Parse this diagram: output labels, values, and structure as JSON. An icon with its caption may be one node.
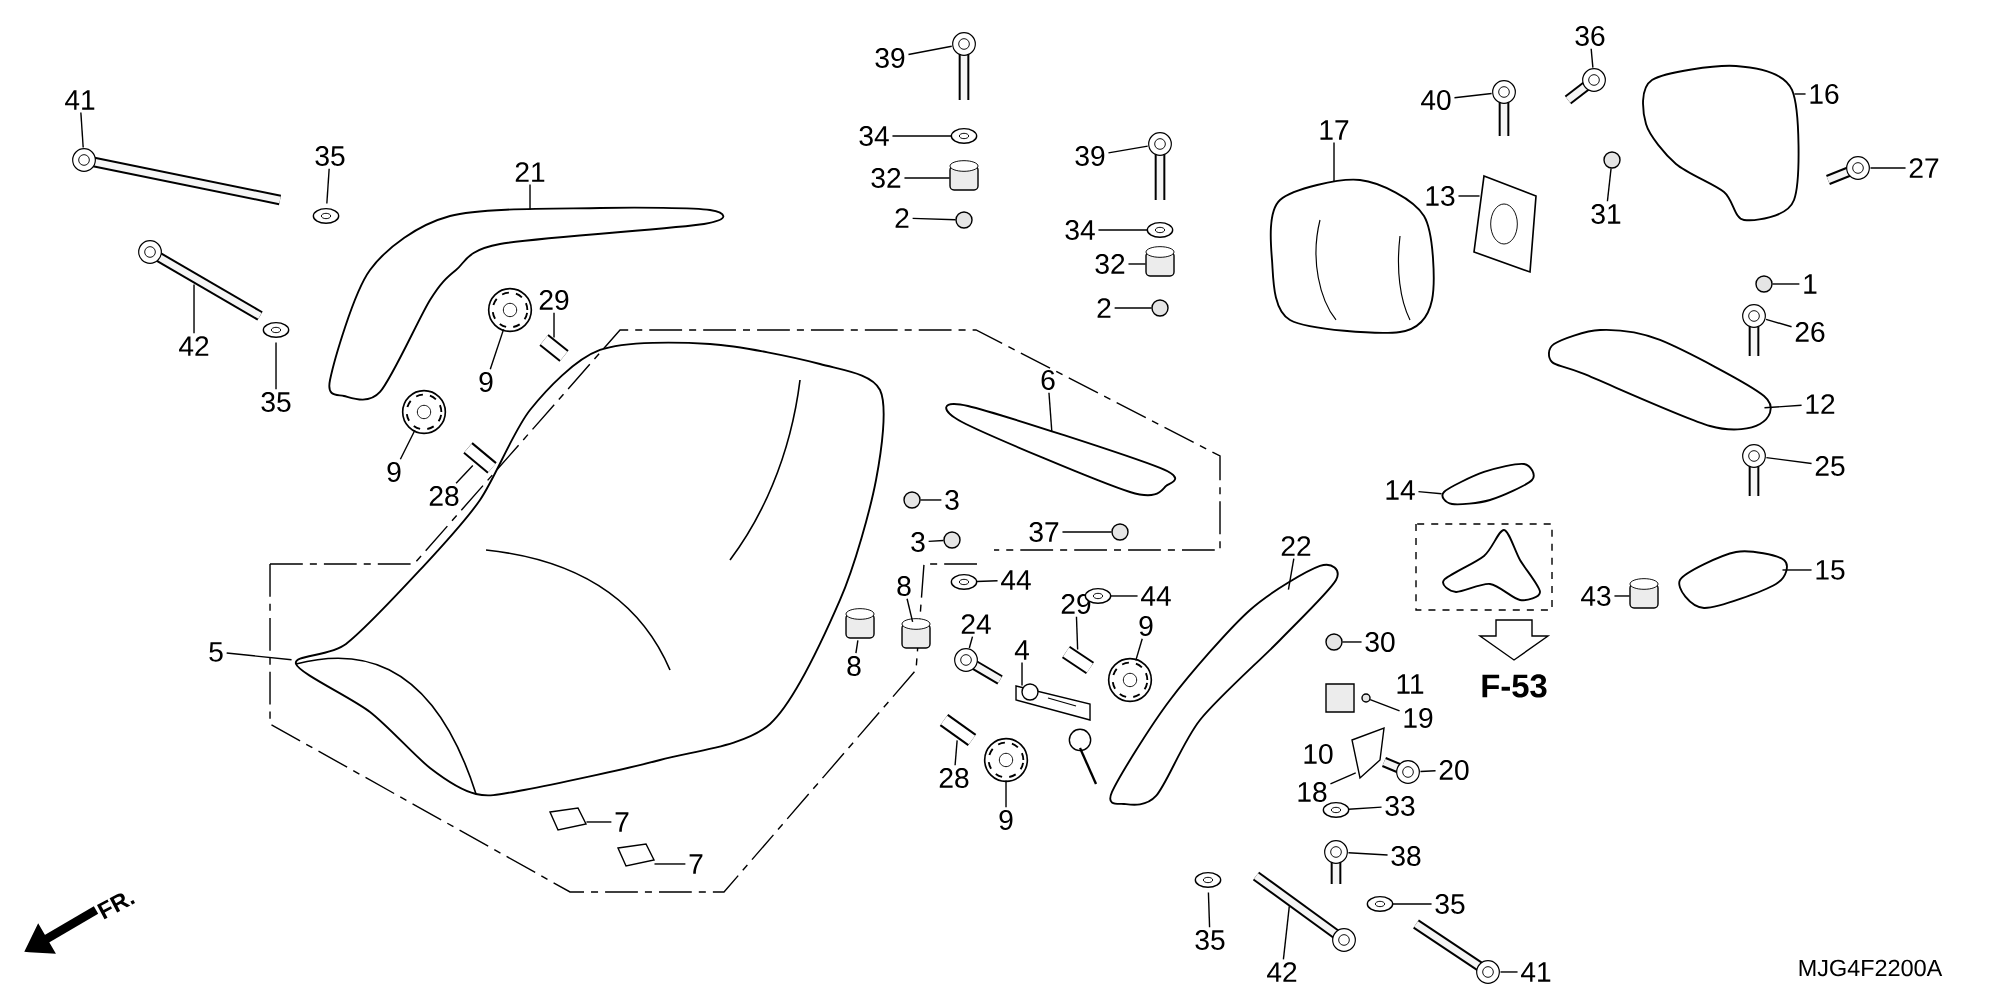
{
  "diagram": {
    "nodes": [
      {
        "text": [
          "41"
        ]
      },
      {
        "text": [
          "35"
        ]
      },
      {
        "text": [
          "21"
        ]
      },
      {
        "text": [
          "39"
        ]
      },
      {
        "text": [
          "34"
        ]
      },
      {
        "text": [
          "32"
        ]
      },
      {
        "text": [
          "2"
        ]
      },
      {
        "text": [
          "17"
        ]
      },
      {
        "text": [
          "36"
        ]
      },
      {
        "text": [
          "40"
        ]
      },
      {
        "text": [
          "16"
        ]
      },
      {
        "text": [
          "39"
        ]
      },
      {
        "text": [
          "34"
        ]
      },
      {
        "text": [
          "32"
        ]
      },
      {
        "text": [
          "2"
        ]
      },
      {
        "text": [
          "13"
        ]
      },
      {
        "text": [
          "27"
        ]
      },
      {
        "text": [
          "31"
        ]
      },
      {
        "text": [
          "42"
        ]
      },
      {
        "text": [
          "29"
        ]
      },
      {
        "text": [
          "35"
        ]
      },
      {
        "text": [
          "9"
        ]
      },
      {
        "text": [
          "1"
        ]
      },
      {
        "text": [
          "26"
        ]
      },
      {
        "text": [
          "6"
        ]
      },
      {
        "text": [
          "12"
        ]
      },
      {
        "text": [
          "9"
        ]
      },
      {
        "text": [
          "28"
        ]
      },
      {
        "text": [
          "25"
        ]
      },
      {
        "text": [
          "14"
        ]
      },
      {
        "text": [
          "3"
        ]
      },
      {
        "text": [
          "3"
        ]
      },
      {
        "text": [
          "37"
        ]
      },
      {
        "text": [
          "8"
        ]
      },
      {
        "text": [
          "44"
        ]
      },
      {
        "text": [
          "44"
        ]
      },
      {
        "text": [
          "24"
        ]
      },
      {
        "text": [
          "29"
        ]
      },
      {
        "text": [
          "9"
        ]
      },
      {
        "text": [
          "22"
        ]
      },
      {
        "text": [
          "30"
        ]
      },
      {
        "text": [
          "5"
        ]
      },
      {
        "text": [
          "8"
        ]
      },
      {
        "text": [
          "4"
        ]
      },
      {
        "text": [
          "11"
        ]
      },
      {
        "text": [
          "19"
        ]
      },
      {
        "text": [
          "10"
        ]
      },
      {
        "text": [
          "18"
        ]
      },
      {
        "text": [
          "20"
        ]
      },
      {
        "text": [
          "28"
        ]
      },
      {
        "text": [
          "9"
        ]
      },
      {
        "text": [
          "33"
        ]
      },
      {
        "text": [
          "7"
        ]
      },
      {
        "text": [
          "38"
        ]
      },
      {
        "text": [
          "7"
        ]
      },
      {
        "text": [
          "35"
        ]
      },
      {
        "text": [
          "35"
        ]
      },
      {
        "text": [
          "42"
        ]
      },
      {
        "text": [
          "41"
        ]
      },
      {
        "text": [
          "43"
        ]
      },
      {
        "text": [
          "15"
        ]
      },
      {
        "text": [],
        "shape": "picture"
      },
      {
        "text": [],
        "shape": "picture"
      },
      {
        "text": [],
        "shape": "picture"
      },
      {
        "text": [],
        "shape": "picture"
      },
      {
        "text": [],
        "shape": "picture"
      },
      {
        "text": [],
        "shape": "cylinder"
      },
      {
        "text": [],
        "shape": "circle"
      },
      {
        "text": [],
        "shape": "picture"
      },
      {
        "text": [],
        "shape": "picture"
      },
      {
        "text": [],
        "shape": "picture"
      },
      {
        "text": [],
        "shape": "picture"
      },
      {
        "text": [],
        "shape": "picture"
      },
      {
        "text": [],
        "shape": "picture"
      },
      {
        "text": [],
        "shape": "cylinder"
      },
      {
        "text": [],
        "shape": "circle"
      },
      {
        "text": [],
        "shape": "picture"
      },
      {
        "text": [],
        "shape": "picture"
      },
      {
        "text": [],
        "shape": "circle"
      },
      {
        "text": [],
        "shape": "picture"
      },
      {
        "text": [],
        "shape": "picture"
      },
      {
        "text": [],
        "shape": "picture"
      },
      {
        "text": [],
        "shape": "picture"
      },
      {
        "text": [],
        "shape": "circle"
      },
      {
        "text": [],
        "shape": "picture"
      },
      {
        "text": [],
        "shape": "picture"
      },
      {
        "text": [],
        "shape": "picture"
      },
      {
        "text": [],
        "shape": "picture"
      },
      {
        "text": [],
        "shape": "picture"
      },
      {
        "text": [],
        "shape": "picture"
      },
      {
        "text": [],
        "shape": "picture"
      },
      {
        "text": [],
        "shape": "circle"
      },
      {
        "text": [],
        "shape": "circle"
      },
      {
        "text": [],
        "shape": "circle"
      },
      {
        "text": [],
        "shape": "cylinder"
      },
      {
        "text": [],
        "shape": "picture"
      },
      {
        "text": [],
        "shape": "picture"
      },
      {
        "text": [],
        "shape": "picture"
      },
      {
        "text": [],
        "shape": "picture"
      },
      {
        "text": [],
        "shape": "picture"
      },
      {
        "text": [],
        "shape": "picture"
      },
      {
        "text": [],
        "shape": "circle"
      },
      {
        "text": [],
        "shape": "picture"
      },
      {
        "text": [],
        "shape": "cylinder"
      },
      {
        "text": [],
        "shape": "picture"
      },
      {
        "text": [],
        "shape": "circle"
      },
      {
        "text": [],
        "shape": "picture"
      },
      {
        "text": [],
        "shape": "picture"
      },
      {
        "text": [],
        "shape": "picture"
      },
      {
        "text": [],
        "shape": "picture"
      },
      {
        "text": [],
        "shape": "picture"
      },
      {
        "text": [],
        "shape": "picture"
      },
      {
        "text": [],
        "shape": "picture"
      },
      {
        "text": [],
        "shape": "picture"
      },
      {
        "text": [],
        "shape": "picture"
      },
      {
        "text": [],
        "shape": "picture"
      },
      {
        "text": [],
        "shape": "picture"
      },
      {
        "text": [],
        "shape": "picture"
      },
      {
        "text": [],
        "shape": "cylinder"
      },
      {
        "text": [],
        "shape": "picture"
      }
    ],
    "edges": [
      {
        "from": 0,
        "to": 61,
        "arrow": "none"
      },
      {
        "from": 1,
        "to": 62,
        "arrow": "none"
      },
      {
        "from": 2,
        "to": 63,
        "arrow": "none"
      },
      {
        "from": 3,
        "to": 64,
        "arrow": "none"
      },
      {
        "from": 4,
        "to": 65,
        "arrow": "none"
      },
      {
        "from": 5,
        "to": 66,
        "arrow": "none"
      },
      {
        "from": 6,
        "to": 67,
        "arrow": "none"
      },
      {
        "from": 7,
        "to": 68,
        "arrow": "none"
      },
      {
        "from": 8,
        "to": 69,
        "arrow": "none"
      },
      {
        "from": 9,
        "to": 70,
        "arrow": "none"
      },
      {
        "from": 10,
        "to": 71,
        "arrow": "none"
      },
      {
        "from": 11,
        "to": 72,
        "arrow": "none"
      },
      {
        "from": 12,
        "to": 73,
        "arrow": "none"
      },
      {
        "from": 13,
        "to": 74,
        "arrow": "none"
      },
      {
        "from": 14,
        "to": 75,
        "arrow": "none"
      },
      {
        "from": 15,
        "to": 76,
        "arrow": "none"
      },
      {
        "from": 16,
        "to": 77,
        "arrow": "none"
      },
      {
        "from": 17,
        "to": 78,
        "arrow": "none"
      },
      {
        "from": 18,
        "to": 79,
        "arrow": "none"
      },
      {
        "from": 19,
        "to": 80,
        "arrow": "none"
      },
      {
        "from": 20,
        "to": 81,
        "arrow": "none"
      },
      {
        "from": 21,
        "to": 82,
        "arrow": "none"
      },
      {
        "from": 22,
        "to": 83,
        "arrow": "none"
      },
      {
        "from": 23,
        "to": 84,
        "arrow": "none"
      },
      {
        "from": 24,
        "to": 85,
        "arrow": "none"
      },
      {
        "from": 25,
        "to": 86,
        "arrow": "none"
      },
      {
        "from": 26,
        "to": 87,
        "arrow": "none"
      },
      {
        "from": 27,
        "to": 88,
        "arrow": "none"
      },
      {
        "from": 28,
        "to": 89,
        "arrow": "none"
      },
      {
        "from": 29,
        "to": 90,
        "arrow": "none"
      },
      {
        "from": 30,
        "to": 91,
        "arrow": "none"
      },
      {
        "from": 31,
        "to": 92,
        "arrow": "none"
      },
      {
        "from": 32,
        "to": 93,
        "arrow": "none"
      },
      {
        "from": 33,
        "to": 94,
        "arrow": "none"
      },
      {
        "from": 34,
        "to": 95,
        "arrow": "none"
      },
      {
        "from": 35,
        "to": 96,
        "arrow": "none"
      },
      {
        "from": 36,
        "to": 97,
        "arrow": "none"
      },
      {
        "from": 37,
        "to": 98,
        "arrow": "none"
      },
      {
        "from": 38,
        "to": 99,
        "arrow": "none"
      },
      {
        "from": 39,
        "to": 100,
        "arrow": "none"
      },
      {
        "from": 40,
        "to": 101,
        "arrow": "none"
      },
      {
        "from": 41,
        "to": 102,
        "arrow": "none"
      },
      {
        "from": 42,
        "to": 103,
        "arrow": "none"
      },
      {
        "from": 43,
        "to": 104,
        "arrow": "none"
      },
      {
        "from": 45,
        "to": 105,
        "arrow": "none"
      },
      {
        "from": 47,
        "to": 106,
        "arrow": "none"
      },
      {
        "from": 48,
        "to": 107,
        "arrow": "none"
      },
      {
        "from": 49,
        "to": 108,
        "arrow": "none"
      },
      {
        "from": 50,
        "to": 109,
        "arrow": "none"
      },
      {
        "from": 51,
        "to": 110,
        "arrow": "none"
      },
      {
        "from": 52,
        "to": 111,
        "arrow": "none"
      },
      {
        "from": 53,
        "to": 112,
        "arrow": "none"
      },
      {
        "from": 54,
        "to": 113,
        "arrow": "none"
      },
      {
        "from": 55,
        "to": 114,
        "arrow": "none"
      },
      {
        "from": 56,
        "to": 115,
        "arrow": "none"
      },
      {
        "from": 57,
        "to": 116,
        "arrow": "none"
      },
      {
        "from": 58,
        "to": 117,
        "arrow": "none"
      },
      {
        "from": 59,
        "to": 118,
        "arrow": "none"
      },
      {
        "from": 60,
        "to": 119,
        "arrow": "none"
      }
    ],
    "labels": [
      "F-53",
      "FR.",
      "MJG4F2200A"
    ]
  }
}
